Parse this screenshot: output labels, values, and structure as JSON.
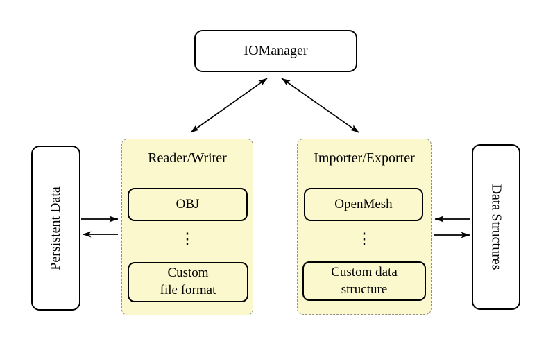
{
  "colors": {
    "background": "#FFFFFF",
    "group_fill": "#FBF8CD",
    "group_border": "#8F8F8F",
    "node_fill": "#FFFFFF",
    "node_border": "#000000",
    "arrow": "#000000"
  },
  "nodes": {
    "io_manager": {
      "label": "IOManager"
    },
    "persistent_data": {
      "label": "Persistent Data"
    },
    "data_structures": {
      "label": "Data Structures"
    },
    "reader_writer": {
      "label": "Reader/Writer",
      "ellipsis": "⋮",
      "items": [
        {
          "label": "OBJ"
        },
        {
          "label": "Custom\nfile format"
        }
      ]
    },
    "importer_exporter": {
      "label": "Importer/Exporter",
      "ellipsis": "⋮",
      "items": [
        {
          "label": "OpenMesh"
        },
        {
          "label": "Custom data\nstructure"
        }
      ]
    }
  },
  "edges": [
    {
      "from": "io_manager",
      "to": "reader_writer",
      "direction": "both"
    },
    {
      "from": "io_manager",
      "to": "importer_exporter",
      "direction": "both"
    },
    {
      "from": "persistent_data",
      "to": "reader_writer",
      "direction": "forward"
    },
    {
      "from": "reader_writer",
      "to": "persistent_data",
      "direction": "forward"
    },
    {
      "from": "data_structures",
      "to": "importer_exporter",
      "direction": "forward"
    },
    {
      "from": "importer_exporter",
      "to": "data_structures",
      "direction": "forward"
    }
  ]
}
